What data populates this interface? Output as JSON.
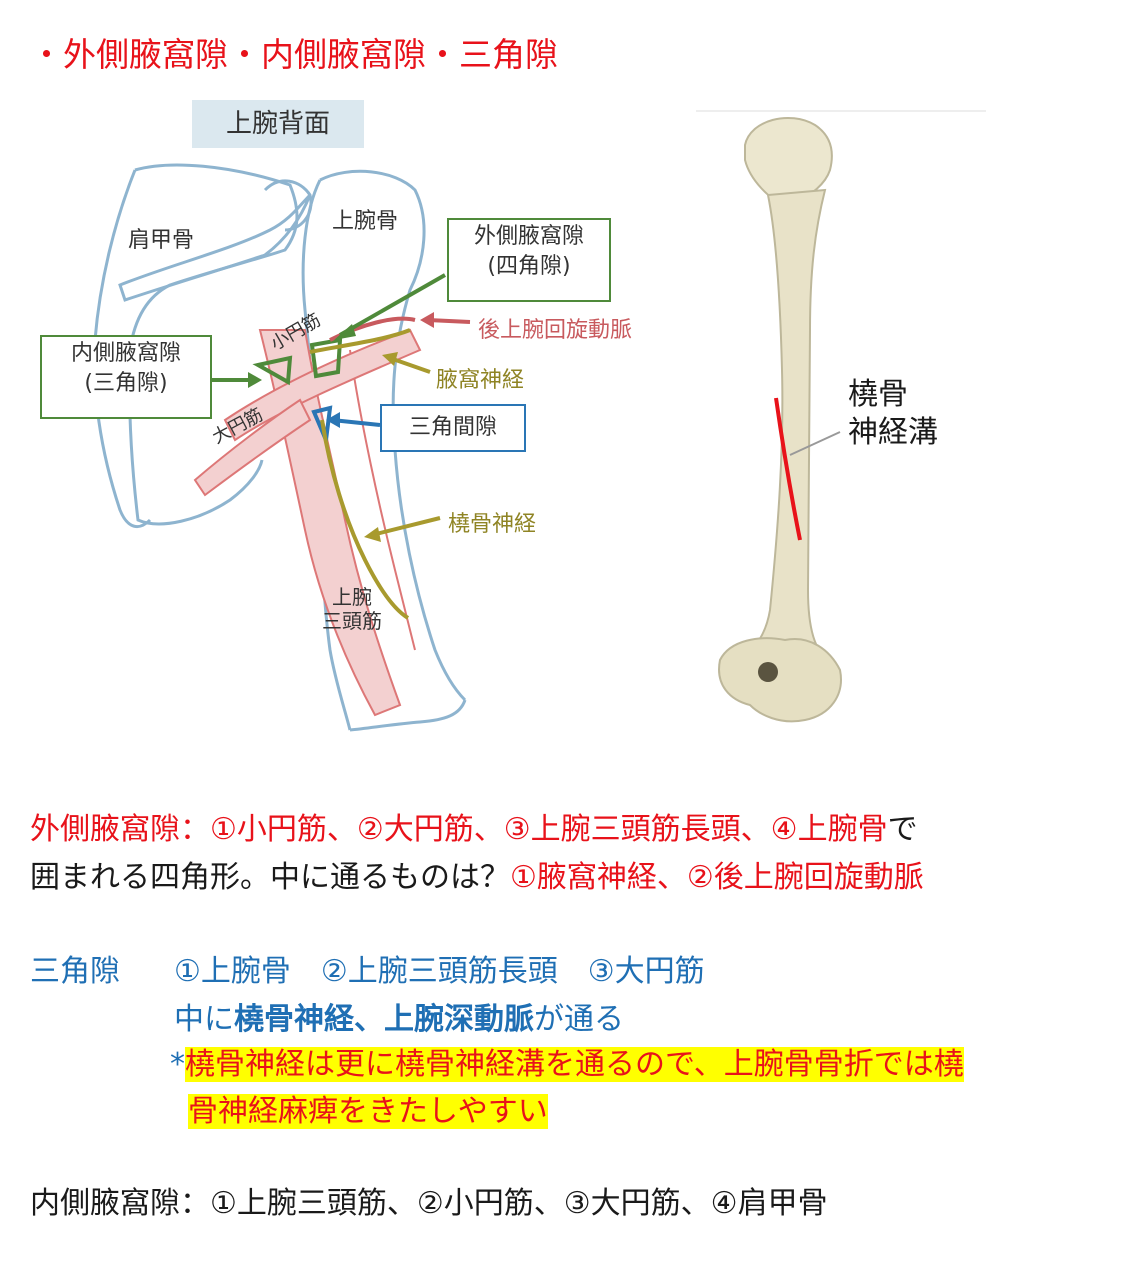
{
  "heading": "・外側腋窩隙・内側腋窩隙・三角隙",
  "diagram": {
    "title": "上腕背面",
    "scapula": "肩甲骨",
    "humerus": "上腕骨",
    "lateral_box": [
      "外側腋窩隙",
      "(四角隙)"
    ],
    "medial_box": [
      "内側腋窩隙",
      "(三角隙)"
    ],
    "triangular_interval_box": "三角間隙",
    "posterior_circumflex": "後上腕回旋動脈",
    "axillary_nerve": "腋窩神経",
    "radial_nerve": "橈骨神経",
    "teres_minor": "小円筋",
    "teres_major": "大円筋",
    "triceps": [
      "上腕",
      "三頭筋"
    ]
  },
  "bone_figure": {
    "label": [
      "橈骨",
      "神経溝"
    ]
  },
  "colors": {
    "red": "#e8121a",
    "blue": "#1f6fb4",
    "highlight": "#ffff00",
    "green_box": "#4f8a3a",
    "blue_box": "#2a76b5",
    "nerve": "#a89a2e",
    "artery": "#c85a5e",
    "outline": "#8eb4cf"
  },
  "text": {
    "lateral": {
      "p1": "外側腋窩隙：①小円筋、②大円筋、③上腕三頭筋長頭、④上腕骨",
      "p1_tail": "で",
      "p2": "囲まれる四角形。中に通るものは？",
      "p2_answer": "①腋窩神経、②後上腕回旋動脈"
    },
    "triangular": {
      "label": "三角隙",
      "items": "①上腕骨　②上腕三頭筋長頭　③大円筋",
      "pass_pre": "中に",
      "pass_bold": "橈骨神経、上腕深動脈",
      "pass_post": "が通る",
      "note_star": "*",
      "note_line1": "橈骨神経は更に橈骨神経溝を通るので、上腕骨骨折では橈",
      "note_line2": "骨神経麻痺をきたしやすい"
    },
    "medial": "内側腋窩隙：①上腕三頭筋、②小円筋、③大円筋、④肩甲骨"
  }
}
